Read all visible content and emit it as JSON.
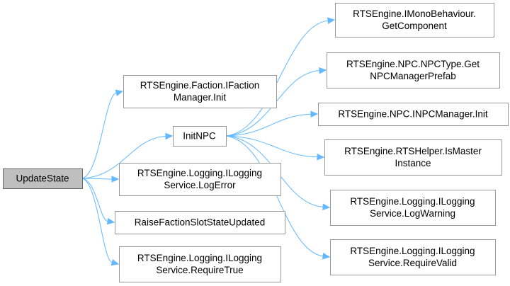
{
  "colors": {
    "edge": "#63b8ff",
    "node_border": "#999999",
    "root_fill": "#bfbfbf"
  },
  "nodes": [
    {
      "id": "update-state",
      "lines": [
        "UpdateState"
      ]
    },
    {
      "id": "faction-manager-init",
      "lines": [
        "RTSEngine.Faction.IFaction",
        "Manager.Init"
      ]
    },
    {
      "id": "init-npc",
      "lines": [
        "InitNPC"
      ]
    },
    {
      "id": "log-error",
      "lines": [
        "RTSEngine.Logging.ILogging",
        "Service.LogError"
      ]
    },
    {
      "id": "raise-faction-slot",
      "lines": [
        "RaiseFactionSlotStateUpdated"
      ]
    },
    {
      "id": "require-true",
      "lines": [
        "RTSEngine.Logging.ILogging",
        "Service.RequireTrue"
      ]
    },
    {
      "id": "get-component",
      "lines": [
        "RTSEngine.IMonoBehaviour.",
        "GetComponent"
      ]
    },
    {
      "id": "get-npc-manager-prefab",
      "lines": [
        "RTSEngine.NPC.NPCType.Get",
        "NPCManagerPrefab"
      ]
    },
    {
      "id": "inpc-manager-init",
      "lines": [
        "RTSEngine.NPC.INPCManager.Init"
      ]
    },
    {
      "id": "is-master-instance",
      "lines": [
        "RTSEngine.RTSHelper.IsMaster",
        "Instance"
      ]
    },
    {
      "id": "log-warning",
      "lines": [
        "RTSEngine.Logging.ILogging",
        "Service.LogWarning"
      ]
    },
    {
      "id": "require-valid",
      "lines": [
        "RTSEngine.Logging.ILogging",
        "Service.RequireValid"
      ]
    }
  ],
  "edges": [
    {
      "from": "update-state",
      "to": "faction-manager-init"
    },
    {
      "from": "update-state",
      "to": "init-npc"
    },
    {
      "from": "update-state",
      "to": "log-error"
    },
    {
      "from": "update-state",
      "to": "raise-faction-slot"
    },
    {
      "from": "update-state",
      "to": "require-true"
    },
    {
      "from": "init-npc",
      "to": "get-component"
    },
    {
      "from": "init-npc",
      "to": "get-npc-manager-prefab"
    },
    {
      "from": "init-npc",
      "to": "inpc-manager-init"
    },
    {
      "from": "init-npc",
      "to": "is-master-instance"
    },
    {
      "from": "init-npc",
      "to": "log-warning"
    },
    {
      "from": "init-npc",
      "to": "require-valid"
    }
  ]
}
